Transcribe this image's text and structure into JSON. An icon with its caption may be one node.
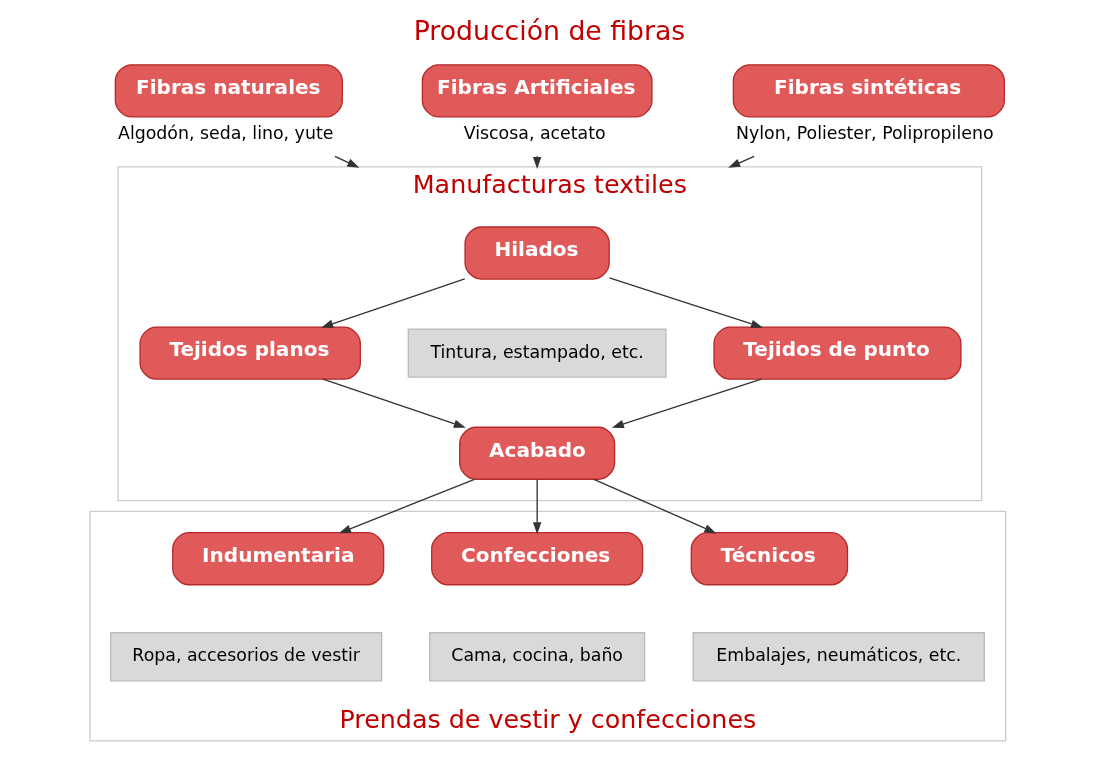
{
  "diagram": {
    "title": "Producción de fibras",
    "nodes": [
      {
        "text": [
          "Fibras naturales"
        ],
        "beside": [
          "Algodón, seda, lino, yute"
        ]
      },
      {
        "text": [
          "Fibras Artificiales"
        ],
        "beside": [
          "Viscosa, acetato"
        ]
      },
      {
        "text": [
          "Fibras sintéticas"
        ],
        "beside": [
          "Nylon, Poliester, Polipropileno"
        ]
      },
      {
        "text": [
          "Manufacturas textiles"
        ]
      },
      {
        "text": [
          "Hilados"
        ],
        "in": 3
      },
      {
        "text": [
          "Tejidos planos"
        ],
        "in": 3
      },
      {
        "text": [
          "Tintura, estampado, etc."
        ],
        "in": 3
      },
      {
        "text": [
          "Tejidos de punto"
        ],
        "in": 3
      },
      {
        "text": [
          "Acabado"
        ],
        "in": 3
      },
      {
        "text": [
          "Prendas de vestir y confecciones"
        ]
      },
      {
        "text": [
          "Indumentaria"
        ],
        "in": 9
      },
      {
        "text": [
          "Ropa, accesorios de vestir"
        ],
        "in": 9
      },
      {
        "text": [
          "Confecciones"
        ],
        "in": 9
      },
      {
        "text": [
          "Cama, cocina, baño"
        ],
        "in": 9
      },
      {
        "text": [
          "Técnicos"
        ],
        "in": 9
      },
      {
        "text": [
          "Embalajes, neumáticos, etc."
        ],
        "in": 9
      }
    ],
    "edges": [
      {
        "from": 0,
        "to": 3,
        "arrow": "to"
      },
      {
        "from": 1,
        "to": 3,
        "arrow": "to"
      },
      {
        "from": 2,
        "to": 3,
        "arrow": "to"
      },
      {
        "from": 4,
        "to": 5,
        "arrow": "to"
      },
      {
        "from": 4,
        "to": 7,
        "arrow": "to"
      },
      {
        "from": 5,
        "to": 8,
        "arrow": "to"
      },
      {
        "from": 7,
        "to": 8,
        "arrow": "to"
      },
      {
        "from": 8,
        "to": 10,
        "arrow": "to"
      },
      {
        "from": 8,
        "to": 12,
        "arrow": "to"
      },
      {
        "from": 8,
        "to": 14,
        "arrow": "to"
      }
    ]
  }
}
